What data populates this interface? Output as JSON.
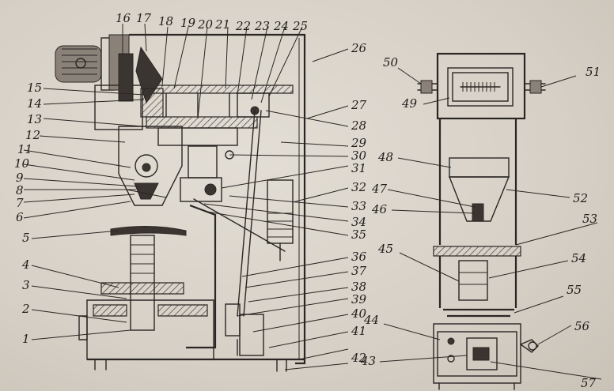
{
  "diagram": {
    "labels": [
      "1",
      "2",
      "3",
      "4",
      "5",
      "6",
      "7",
      "8",
      "9",
      "10",
      "11",
      "12",
      "13",
      "14",
      "15",
      "16",
      "17",
      "18",
      "19",
      "20",
      "21",
      "22",
      "23",
      "24",
      "25",
      "26",
      "27",
      "28",
      "29",
      "30",
      "31",
      "32",
      "33",
      "34",
      "35",
      "36",
      "37",
      "38",
      "39",
      "40",
      "41",
      "42",
      "43",
      "44",
      "45",
      "46",
      "47",
      "48",
      "49",
      "50",
      "51",
      "52",
      "53",
      "54",
      "55",
      "56",
      "57"
    ]
  }
}
